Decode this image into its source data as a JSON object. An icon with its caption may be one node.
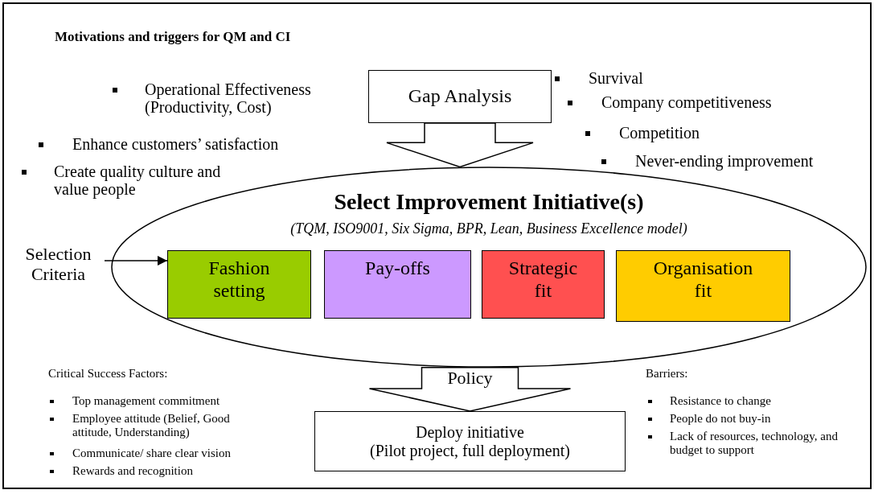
{
  "diagram": {
    "title": "Motivations and triggers for QM and CI",
    "nodes": [
      {
        "text": [
          "Gap Analysis"
        ]
      },
      {
        "text": [
          "Select Improvement Initiative(s)",
          "(TQM, ISO9001, Six Sigma, BPR, Lean, Business Excellence model)"
        ]
      },
      {
        "text": [
          "Fashion setting"
        ],
        "in": 1
      },
      {
        "text": [
          "Pay-offs"
        ],
        "in": 1
      },
      {
        "text": [
          "Strategic fit"
        ],
        "in": 1
      },
      {
        "text": [
          "Organisation fit"
        ],
        "in": 1
      },
      {
        "text": [
          "Selection Criteria"
        ]
      },
      {
        "text": [
          "Deploy initiative",
          "(Pilot project, full deployment)"
        ]
      }
    ],
    "edges": [
      {
        "from": 0,
        "to": 1,
        "arrow": "to",
        "style": "thick"
      },
      {
        "from": 6,
        "to": 2,
        "arrow": "to"
      },
      {
        "from": 1,
        "to": 7,
        "arrow": "to",
        "style": "thick",
        "label": "Policy"
      }
    ],
    "labels": [
      "Operational Effectiveness (Productivity, Cost)",
      "Survival",
      "Company competitiveness",
      "Competition",
      "Enhance customers’ satisfaction",
      "Never-ending improvement",
      "Create quality culture and value people",
      "Critical Success Factors:",
      "Top management commitment",
      "Employee attitude (Belief, Good attitude, Understanding)",
      "Communicate/ share clear vision",
      "Rewards and recognition",
      "Barriers:",
      "Resistance to change",
      "People do not buy-in",
      "Lack of resources, technology, and budget to support"
    ]
  }
}
